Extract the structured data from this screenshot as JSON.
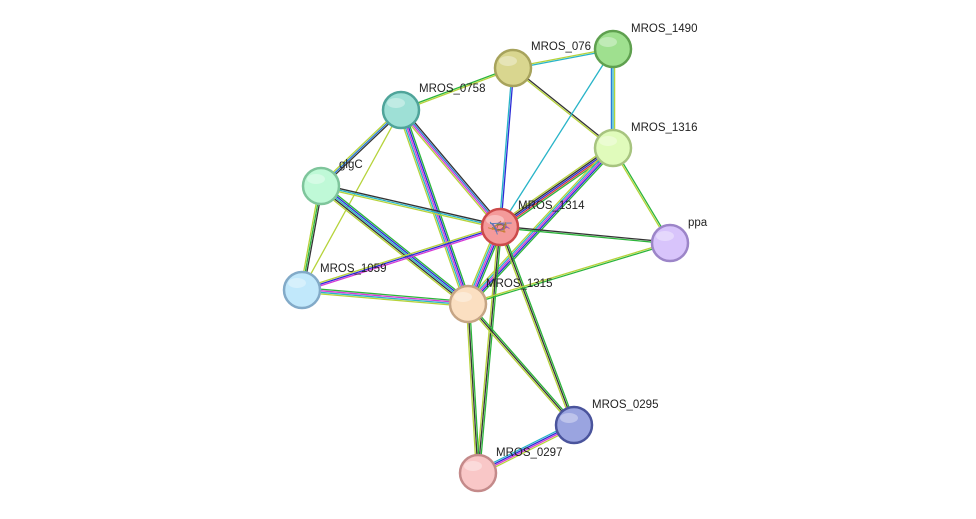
{
  "nodes": [
    {
      "id": "MROS_0760",
      "label": "MROS_076",
      "color": "#d9d68f",
      "stroke": "#a7a35c"
    },
    {
      "id": "MROS_1490",
      "label": "MROS_1490",
      "color": "#9fe08f",
      "stroke": "#5fa04f"
    },
    {
      "id": "MROS_0758",
      "label": "MROS_0758",
      "color": "#9ee0d6",
      "stroke": "#4fa49a"
    },
    {
      "id": "MROS_1316",
      "label": "MROS_1316",
      "color": "#e0fbbb",
      "stroke": "#a7c47f"
    },
    {
      "id": "glgC",
      "label": "glgC",
      "color": "#bff9d7",
      "stroke": "#7ec59b"
    },
    {
      "id": "MROS_1314",
      "label": "MROS_1314",
      "color": "#f49a9a",
      "stroke": "#cc4a4a",
      "center": true
    },
    {
      "id": "ppa",
      "label": "ppa",
      "color": "#d8c4fb",
      "stroke": "#9c85c8"
    },
    {
      "id": "MROS_1059",
      "label": "MROS_1059",
      "color": "#c1e8fb",
      "stroke": "#82aac8"
    },
    {
      "id": "MROS_1315",
      "label": "MROS_1315",
      "color": "#fbdfc1",
      "stroke": "#c6a585"
    },
    {
      "id": "MROS_0295",
      "label": "MROS_0295",
      "color": "#9aa4e0",
      "stroke": "#4a549c"
    },
    {
      "id": "MROS_0297",
      "label": "MROS_0297",
      "color": "#f9c7c7",
      "stroke": "#c48a8a"
    }
  ],
  "edges": [
    {
      "a": "MROS_0760",
      "b": "MROS_1490",
      "colors": [
        "#b6d33a",
        "#28b4c8"
      ]
    },
    {
      "a": "MROS_0760",
      "b": "MROS_0758",
      "colors": [
        "#b6d33a",
        "#2bb53a"
      ]
    },
    {
      "a": "MROS_0760",
      "b": "MROS_1316",
      "colors": [
        "#333333",
        "#b6d33a"
      ]
    },
    {
      "a": "MROS_0760",
      "b": "MROS_1314",
      "colors": [
        "#2b2bd6",
        "#28b4c8"
      ]
    },
    {
      "a": "MROS_1490",
      "b": "MROS_1316",
      "colors": [
        "#b6d33a",
        "#28b4c8",
        "#2b7bd6"
      ]
    },
    {
      "a": "MROS_1490",
      "b": "MROS_1314",
      "colors": [
        "#28b4c8"
      ]
    },
    {
      "a": "MROS_0758",
      "b": "glgC",
      "colors": [
        "#333333",
        "#2b7bd6",
        "#b6d33a"
      ]
    },
    {
      "a": "MROS_0758",
      "b": "MROS_1314",
      "colors": [
        "#333333",
        "#2b7bd6",
        "#d63ad6",
        "#b6d33a"
      ]
    },
    {
      "a": "MROS_0758",
      "b": "MROS_1315",
      "colors": [
        "#2bb53a",
        "#2b2bd6",
        "#d63ad6",
        "#28b4c8",
        "#b6d33a"
      ]
    },
    {
      "a": "MROS_0758",
      "b": "MROS_1059",
      "colors": [
        "#b6d33a"
      ]
    },
    {
      "a": "glgC",
      "b": "MROS_1314",
      "colors": [
        "#333333",
        "#28b4c8",
        "#b6d33a"
      ]
    },
    {
      "a": "glgC",
      "b": "MROS_1315",
      "colors": [
        "#2bb53a",
        "#2b2bd6",
        "#28b4c8",
        "#333333",
        "#b6d33a"
      ]
    },
    {
      "a": "glgC",
      "b": "MROS_1059",
      "colors": [
        "#333333",
        "#2bb53a",
        "#b6d33a"
      ]
    },
    {
      "a": "MROS_1316",
      "b": "MROS_1314",
      "colors": [
        "#2bb53a",
        "#d63a3a",
        "#2b2bd6",
        "#333333",
        "#b6d33a"
      ]
    },
    {
      "a": "MROS_1316",
      "b": "MROS_1315",
      "colors": [
        "#2bb53a",
        "#2b2bd6",
        "#d63ad6",
        "#28b4c8",
        "#b6d33a"
      ]
    },
    {
      "a": "MROS_1316",
      "b": "ppa",
      "colors": [
        "#2bb53a",
        "#b6d33a"
      ]
    },
    {
      "a": "MROS_1314",
      "b": "ppa",
      "colors": [
        "#333333",
        "#2bb53a"
      ]
    },
    {
      "a": "MROS_1314",
      "b": "MROS_1059",
      "colors": [
        "#d63ad6",
        "#2b2bd6",
        "#b6d33a"
      ]
    },
    {
      "a": "MROS_1314",
      "b": "MROS_1315",
      "colors": [
        "#2bb53a",
        "#2b2bd6",
        "#d63ad6",
        "#28b4c8",
        "#b6d33a"
      ]
    },
    {
      "a": "MROS_1314",
      "b": "MROS_0295",
      "colors": [
        "#2bb53a",
        "#333333",
        "#b6d33a"
      ]
    },
    {
      "a": "MROS_1314",
      "b": "MROS_0297",
      "colors": [
        "#2bb53a",
        "#333333",
        "#b6d33a"
      ]
    },
    {
      "a": "ppa",
      "b": "MROS_1315",
      "colors": [
        "#2bb53a",
        "#b6d33a"
      ]
    },
    {
      "a": "MROS_1059",
      "b": "MROS_1315",
      "colors": [
        "#2bb53a",
        "#d63ad6",
        "#28b4c8",
        "#b6d33a"
      ]
    },
    {
      "a": "MROS_1315",
      "b": "MROS_0295",
      "colors": [
        "#2bb53a",
        "#333333",
        "#b6d33a"
      ]
    },
    {
      "a": "MROS_1315",
      "b": "MROS_0297",
      "colors": [
        "#2bb53a",
        "#333333",
        "#b6d33a"
      ]
    },
    {
      "a": "MROS_0295",
      "b": "MROS_0297",
      "colors": [
        "#b6d33a",
        "#d63ad6",
        "#2b2bd6",
        "#28b4c8"
      ]
    }
  ]
}
